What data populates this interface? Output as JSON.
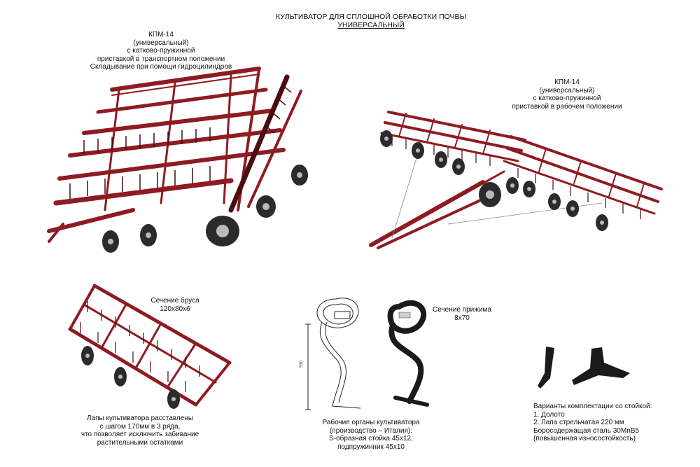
{
  "header": {
    "title_line1": "КУЛЬТИВАТОР ДЛЯ СПЛОШНОЙ ОБРАБОТКИ ПОЧВЫ",
    "title_line2": "УНИВЕРСАЛЬНЫЙ"
  },
  "transport_caption": {
    "lines": [
      "КПМ-14",
      "(универсальный)",
      "с катково-пружинной",
      "приставкой в транспортном положении",
      "Складывание при помощи гидроцилиндров"
    ]
  },
  "working_caption": {
    "lines": [
      "КПМ-14",
      "(универсальный)",
      "с катково-пружинной",
      "приставкой в рабочем положении"
    ]
  },
  "beam_caption": {
    "lines": [
      "Сечение бруса",
      "120х80х6"
    ]
  },
  "clamp_caption": {
    "lines": [
      "Сечение прижима",
      "8х70"
    ]
  },
  "tines_caption": {
    "lines": [
      "Лапы культиватора расставлены",
      "с шагом 170мм в 3 ряда,",
      "что позволяет исключить забивание",
      "растительными остатками"
    ]
  },
  "organs_caption": {
    "lines": [
      "Рабочие органы культиватора",
      "(производство – Италия):",
      "S-образная стойка 45х12,",
      "подпружинник 45х10"
    ]
  },
  "options_caption": {
    "lines": [
      "Варианты комплектации со стойкой:",
      "1. Долото",
      "2. Лапа стрельчатая 220 мм",
      "Боросодержащая сталь 30MnB5",
      "(повышенная износостойкость)"
    ]
  },
  "dimension_label": "530",
  "colors": {
    "frame_red": "#8e1b22",
    "frame_dark": "#4a0c10",
    "wheel": "#2b2b2b",
    "hub": "#b9b9b9",
    "steel": "#1a1a1a"
  }
}
